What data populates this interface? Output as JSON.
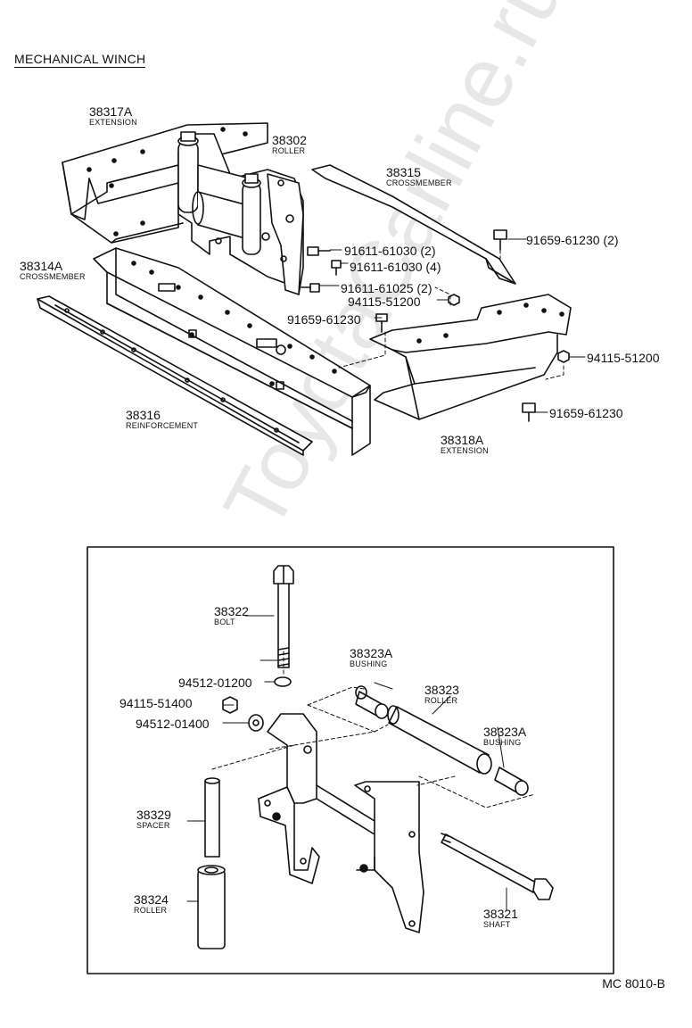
{
  "title": "MECHANICAL WINCH",
  "watermark": "ToyotaCarline.ru",
  "diagram_code": "MC 8010-B",
  "parts": {
    "p38317a": {
      "number": "38317A",
      "name": "EXTENSION"
    },
    "p38302": {
      "number": "38302",
      "name": "ROLLER"
    },
    "p38315": {
      "number": "38315",
      "name": "CROSSMEMBER"
    },
    "p38314a": {
      "number": "38314A",
      "name": "CROSSMEMBER"
    },
    "p38316": {
      "number": "38316",
      "name": "REINFORCEMENT"
    },
    "p38318a": {
      "number": "38318A",
      "name": "EXTENSION"
    },
    "p38322": {
      "number": "38322",
      "name": "BOLT"
    },
    "p38323a_1": {
      "number": "38323A",
      "name": "BUSHING"
    },
    "p38323": {
      "number": "38323",
      "name": "ROLLER"
    },
    "p38323a_2": {
      "number": "38323A",
      "name": "BUSHING"
    },
    "p38329": {
      "number": "38329",
      "name": "SPACER"
    },
    "p38324": {
      "number": "38324",
      "name": "ROLLER"
    },
    "p38321": {
      "number": "38321",
      "name": "SHAFT"
    }
  },
  "fasteners": {
    "f1": "91611-61030 (2)",
    "f2": "91611-61030 (4)",
    "f3": "91611-61025 (2)",
    "f4": "94115-51200",
    "f5": "91659-61230",
    "f6": "91659-61230 (2)",
    "f7": "94115-51200",
    "f8": "91659-61230",
    "f9": "94512-01200",
    "f10": "94115-51400",
    "f11": "94512-01400"
  }
}
